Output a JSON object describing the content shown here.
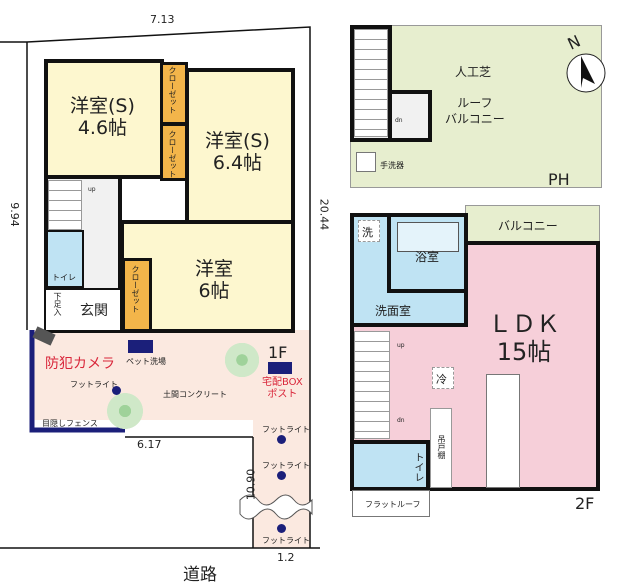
{
  "floor1": {
    "label": "1F",
    "rooms": {
      "western_s1": {
        "name": "洋室(S)",
        "size": "4.6帖"
      },
      "western_s2": {
        "name": "洋室(S)",
        "size": "6.4帖"
      },
      "western": {
        "name": "洋室",
        "size": "6帖"
      },
      "closet": "クローゼット",
      "toilet": "トイレ",
      "entrance": "玄関",
      "shoe": "下足入",
      "up": "up"
    },
    "exterior": {
      "camera": "防犯カメラ",
      "pet_wash": "ペット洗場",
      "footlight": "フットライト",
      "concrete": "土間コンクリート",
      "fence": "目隠しフェンス",
      "delivery_box": "宅配BOX",
      "post": "ポスト"
    },
    "dimensions": {
      "top": "7.13",
      "left": "9.94",
      "right": "20.44",
      "bottom": "6.17",
      "path": "10.90",
      "path_width": "1.2"
    },
    "road": "道路"
  },
  "penthouse": {
    "label": "PH",
    "turf": "人工芝",
    "roof_balcony_1": "ルーフ",
    "roof_balcony_2": "バルコニー",
    "sink": "手洗器",
    "dn": "dn"
  },
  "floor2": {
    "label": "2F",
    "balcony": "バルコニー",
    "laundry": "洗",
    "bath": "浴室",
    "washroom": "洗面室",
    "ldk": "ＬＤＫ",
    "ldk_size": "15帖",
    "fridge": "冷",
    "cabinet": "吊戸棚",
    "toilet": "トイレ",
    "flat_roof": "フラットルーフ",
    "up": "up",
    "dn": "dn"
  },
  "compass": {
    "label": "N"
  },
  "colors": {
    "western": "#fdf7cf",
    "closet": "#f3b54a",
    "wet": "#bfe3f3",
    "ldk": "#f6cfd9",
    "exterior": "#fbe9e0",
    "green": "#e7eecf",
    "accent_red": "#d9263a",
    "navy": "#1b1f7a"
  }
}
